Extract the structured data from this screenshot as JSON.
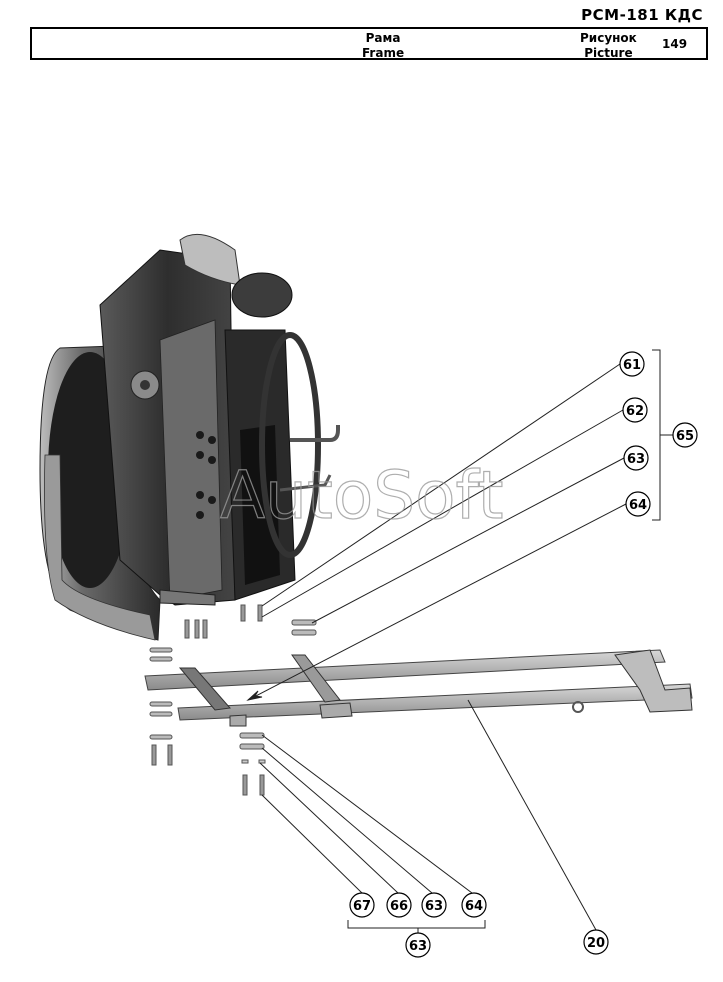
{
  "header": {
    "doc_code": "РСМ-181 КДС",
    "title_ru": "Рама",
    "title_en": "Frame",
    "picture_ru": "Рисунок",
    "picture_en": "Picture",
    "picture_number": "149"
  },
  "watermark": "AutoSoft",
  "callouts": {
    "c61": "61",
    "c62": "62",
    "c63a": "63",
    "c64a": "64",
    "c65": "65",
    "c67": "67",
    "c66": "66",
    "c63b": "63",
    "c64b": "64",
    "c63c": "63",
    "c20": "20"
  }
}
